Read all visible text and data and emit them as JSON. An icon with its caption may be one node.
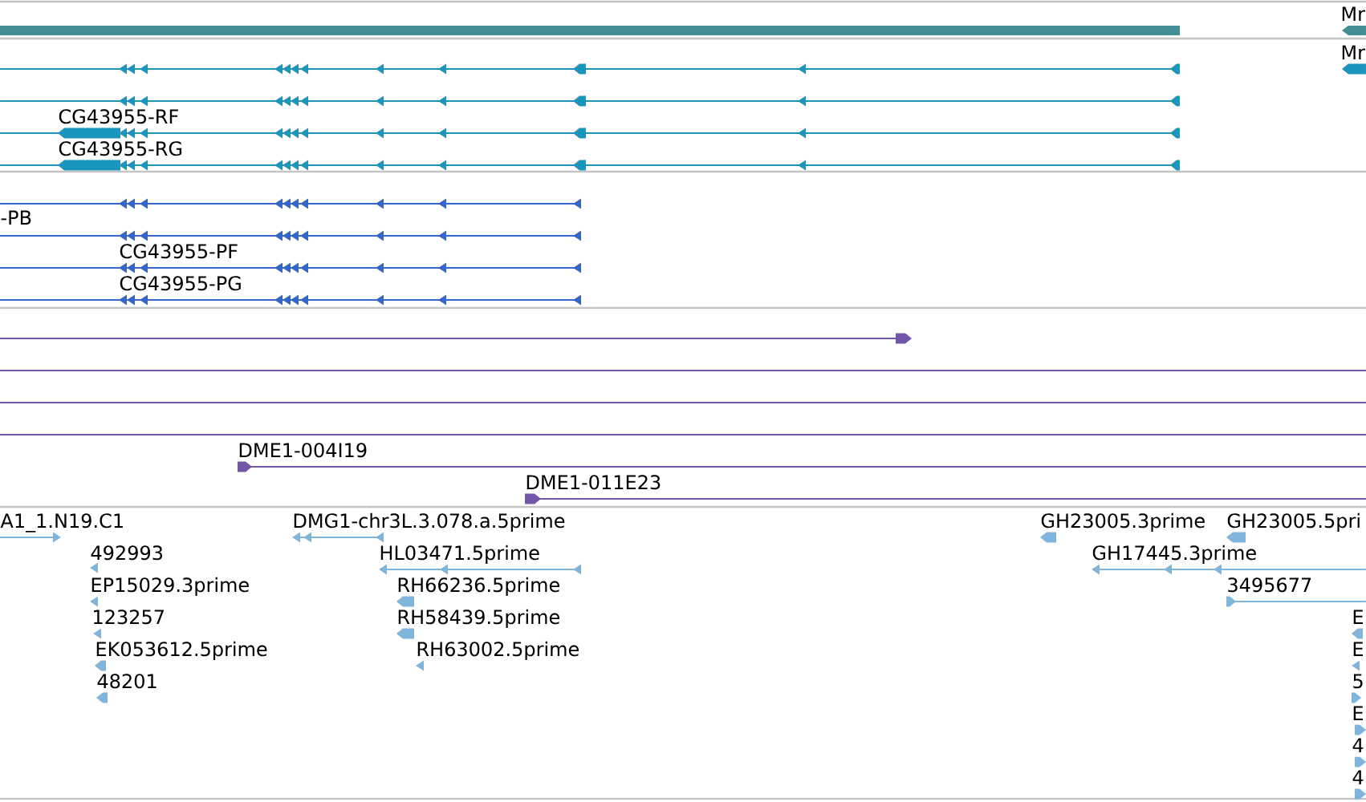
{
  "diagram": {
    "labels": [
      "Mr",
      "Mr",
      "CG43955-RF",
      "CG43955-RG",
      "-PB",
      "CG43955-PF",
      "CG43955-PG",
      "DME1-004I19",
      "DME1-011E23",
      "A1_1.N19.C1",
      "DMG1-chr3L.3.078.a.5prime",
      "GH23005.3prime",
      "GH23005.5pri",
      "492993",
      "HL03471.5prime",
      "GH17445.3prime",
      "EP15029.3prime",
      "RH66236.5prime",
      "3495677",
      "123257",
      "RH58439.5prime",
      "E",
      "EK053612.5prime",
      "RH63002.5prime",
      "E",
      "48201",
      "5",
      "E",
      "4",
      "4"
    ]
  }
}
